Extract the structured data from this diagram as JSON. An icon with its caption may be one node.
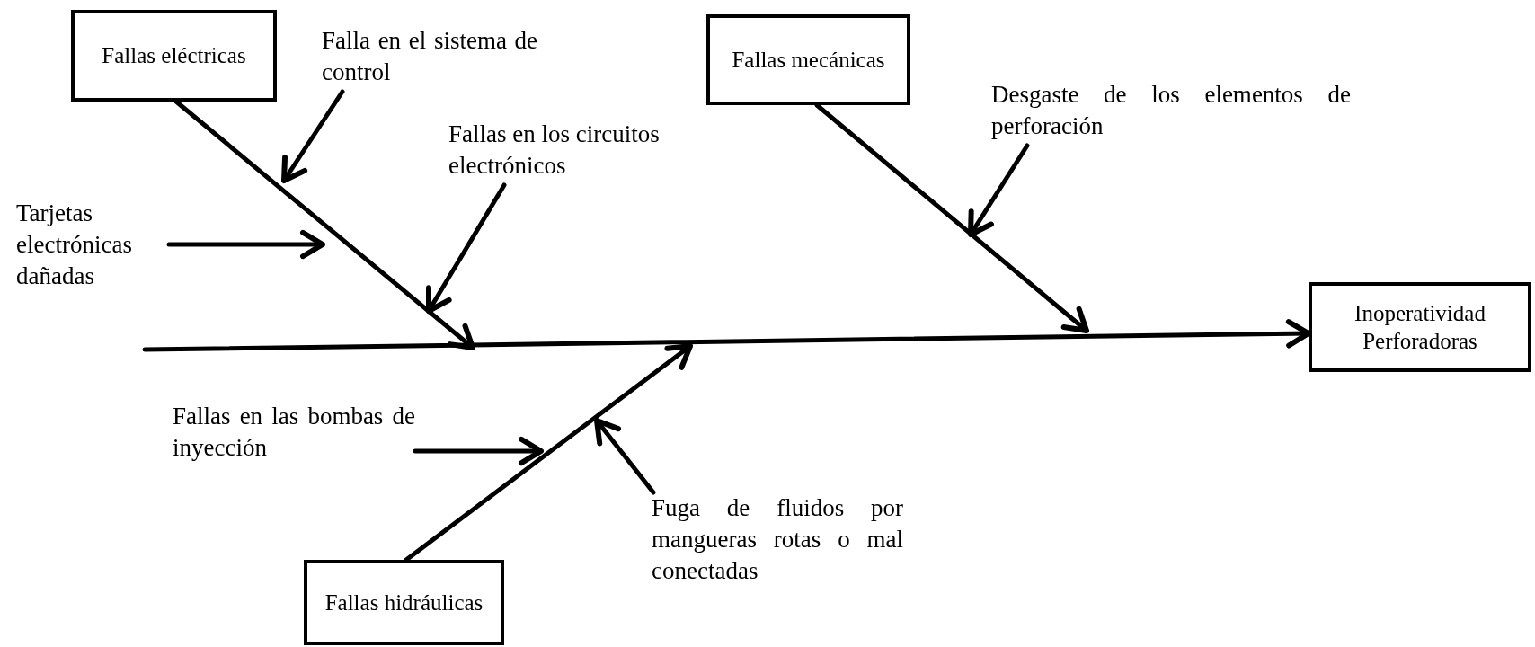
{
  "diagram": {
    "nodes": [
      {
        "text": [
          "Fallas eléctricas"
        ]
      },
      {
        "text": [
          "Falla en el sistema de control"
        ]
      },
      {
        "text": [
          "Fallas mecánicas"
        ]
      },
      {
        "text": [
          "Desgaste de los elementos de perforación"
        ]
      },
      {
        "text": [
          "Fallas en los circuitos electrónicos"
        ]
      },
      {
        "text": [
          "Tarjetas electrónicas dañadas"
        ]
      },
      {
        "text": [
          "Inoperatividad Perforadoras"
        ]
      },
      {
        "text": [
          "Fallas en las bombas de inyección"
        ]
      },
      {
        "text": [
          "Fuga de fluidos por mangueras rotas o mal conectadas"
        ]
      },
      {
        "text": [
          "Fallas hidráulicas"
        ]
      }
    ],
    "edges": [
      {
        "from": null,
        "to": 6,
        "arrow": "to"
      },
      {
        "from": 0,
        "to": null,
        "arrow": "to"
      },
      {
        "from": 2,
        "to": null,
        "arrow": "to"
      },
      {
        "from": 9,
        "to": null,
        "arrow": "to"
      },
      {
        "from": 1,
        "to": null,
        "arrow": "to"
      },
      {
        "from": 4,
        "to": null,
        "arrow": "to"
      },
      {
        "from": 5,
        "to": null,
        "arrow": "to"
      },
      {
        "from": 3,
        "to": null,
        "arrow": "to"
      },
      {
        "from": 7,
        "to": null,
        "arrow": "to"
      },
      {
        "from": 8,
        "to": null,
        "arrow": "to"
      }
    ]
  }
}
